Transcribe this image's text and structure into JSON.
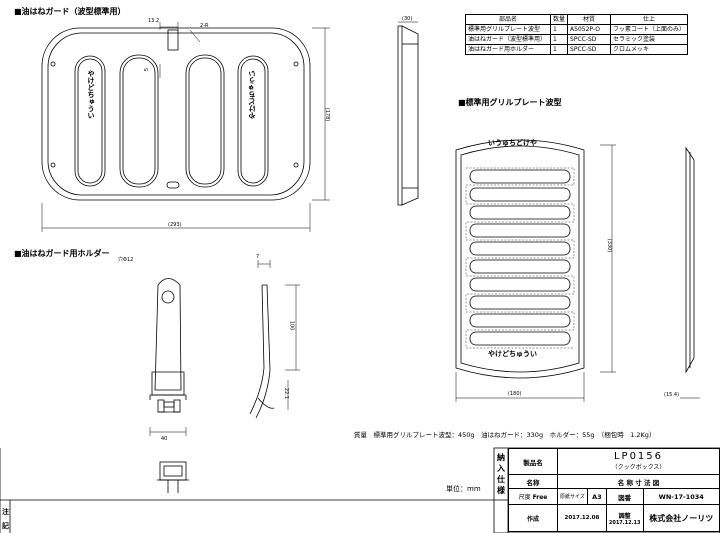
{
  "sections": {
    "guard": "■油はねガード（波型標準用）",
    "holder": "■油はねガード用ホルダー",
    "plate": "■標準用グリルプレート波型"
  },
  "dims": {
    "d13_2": "13.2",
    "d2r": "2-R",
    "d5": "5",
    "d30": "(30)",
    "d178": "(178)",
    "d293": "(293)",
    "d7": "7",
    "d100": "100",
    "d22_1": "22.1",
    "hole12": "穴Φ12",
    "d40": "40",
    "d330": "(330)",
    "d180": "(180)",
    "d15_4": "(15.4)"
  },
  "guard_text": {
    "left": "やけどちゅうい",
    "right": "やけどちゅうい"
  },
  "plate_text": {
    "top": "いうゅちどけや",
    "bottom": "やけどちゅうい"
  },
  "parts_table": {
    "headers": [
      "部品名",
      "数量",
      "材質",
      "仕上"
    ],
    "rows": [
      [
        "標準用グリルプレート波型",
        "1",
        "A5052P-O",
        "フッ素コート（上面のみ）"
      ],
      [
        "油はねガード（波型標準用）",
        "1",
        "SPCC-SD",
        "セラミック塗装"
      ],
      [
        "油はねガード用ホルダー",
        "1",
        "SPCC-SD",
        "クロムメッキ"
      ]
    ]
  },
  "weight_note": "質量　標準用グリルプレート波型：450g　油はねガード：330g　ホルダー：55g　（梱包時　1.2Kg）",
  "unit": "単位：mm",
  "side_labels": {
    "top_chars": [
      "納",
      "入",
      "仕",
      "様"
    ],
    "bottom_chars": [
      "注",
      "記"
    ]
  },
  "title_block": {
    "product_label": "製品名",
    "product_code": "LP0156",
    "product_sub": "（クックボックス）",
    "name_label": "名称",
    "drawing_name": "名 称 寸 法 図",
    "scale_label": "尺度",
    "scale_value": "Free",
    "size_label": "原紙サイズ",
    "size_value": "A3",
    "drawing_no_label": "図番",
    "drawing_no": "WN-17-1034",
    "created_label": "作成",
    "created_date": "2017.12.08",
    "checked_label": "調整",
    "checked_date": "2017.12.13",
    "company": "株式会社ノーリツ"
  }
}
